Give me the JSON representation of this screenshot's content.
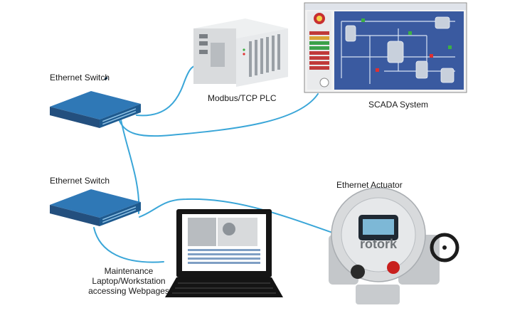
{
  "labels": {
    "switch_top": "Ethernet Switch",
    "switch_bottom": "Ethernet Switch",
    "plc": "Modbus/TCP PLC",
    "scada": "SCADA System",
    "actuator": "Ethernet Actuator",
    "laptop_line1": "Maintenance",
    "laptop_line2": "Laptop/Workstation",
    "laptop_line3": "accessing Webpages",
    "actuator_brand": "rotork"
  },
  "colors": {
    "cable": "#3aa6d8",
    "switch_top": "#2f78b6",
    "switch_side": "#1e5a8f",
    "plc_body": "#e3e5e7",
    "scada_bg": "#3a5aa0",
    "actuator_body": "#d8dadc",
    "knob_red": "#c8201e"
  }
}
